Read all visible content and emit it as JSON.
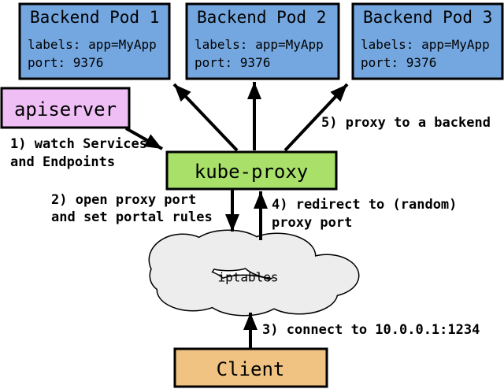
{
  "nodes": {
    "pods": [
      {
        "title": "Backend Pod 1",
        "labels": "labels: app=MyApp",
        "port": "port: 9376"
      },
      {
        "title": "Backend Pod 2",
        "labels": "labels: app=MyApp",
        "port": "port: 9376"
      },
      {
        "title": "Backend Pod 3",
        "labels": "labels: app=MyApp",
        "port": "port: 9376"
      }
    ],
    "apiserver": {
      "label": "apiserver"
    },
    "kube_proxy": {
      "label": "kube-proxy"
    },
    "iptables": {
      "label": "iptables"
    },
    "client": {
      "label": "Client"
    }
  },
  "annotations": {
    "step1": {
      "line1": "1) watch Services",
      "line2": "and Endpoints"
    },
    "step2": {
      "line1": "2) open proxy port",
      "line2": "and set portal rules"
    },
    "step3": {
      "line1": "3) connect to 10.0.0.1:1234"
    },
    "step4": {
      "line1": "4) redirect to (random)",
      "line2": "proxy port"
    },
    "step5": {
      "line1": "5) proxy to a backend"
    }
  },
  "colors": {
    "pod_fill": "#74A7E0",
    "apiserver_fill": "#EEBEF5",
    "kube_proxy_fill": "#A9E06A",
    "client_fill": "#F0C382",
    "cloud_fill": "#EDEDED",
    "stroke": "#000000",
    "arrow": "#000000"
  }
}
